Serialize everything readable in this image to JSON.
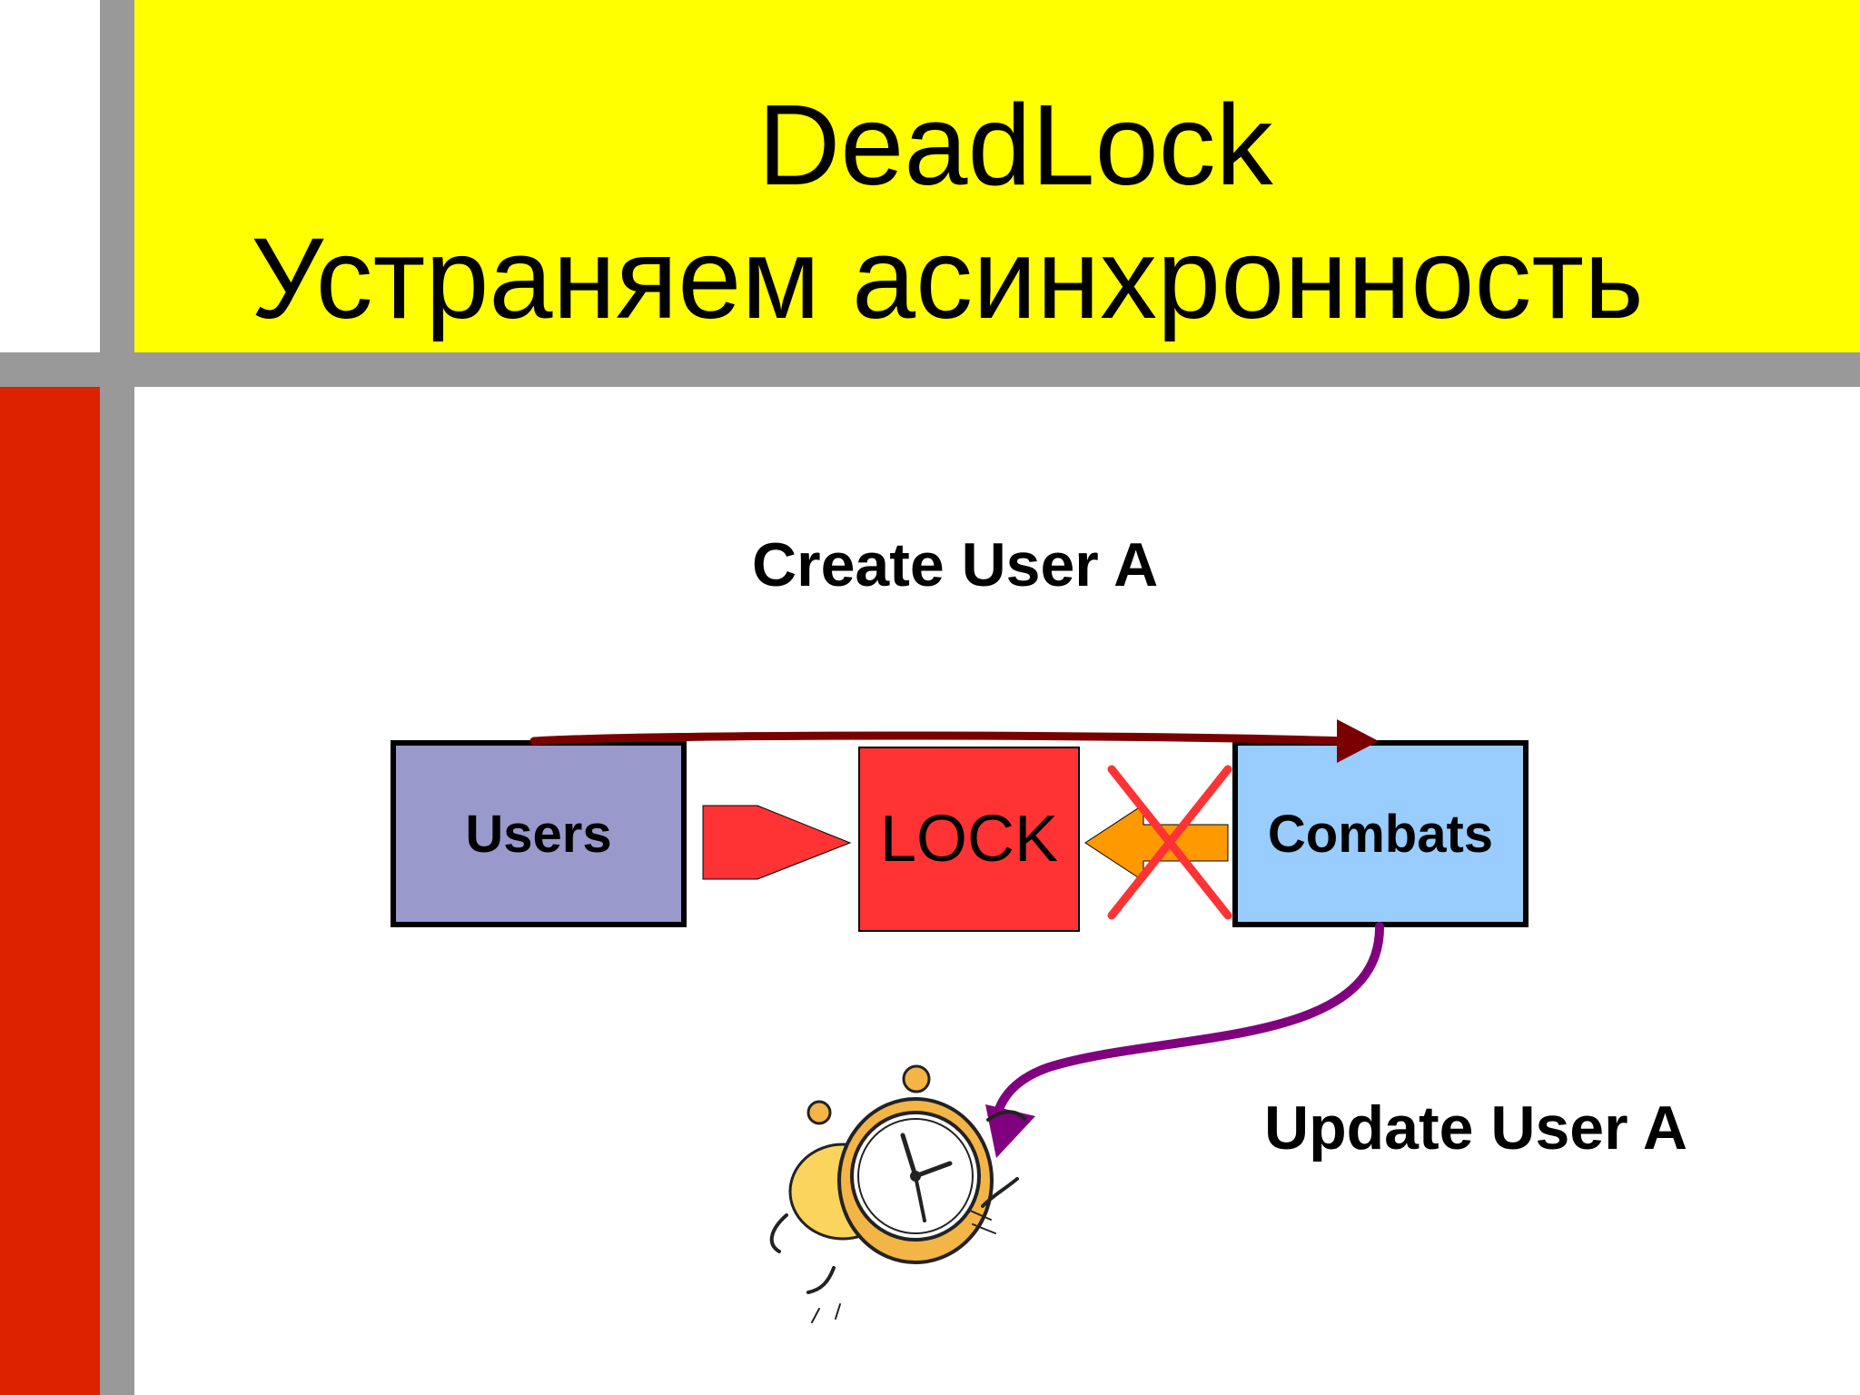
{
  "slide": {
    "title": "DeadLock",
    "subtitle": "Устраняем асинхронность"
  },
  "diagram": {
    "top_label": "Create User A",
    "bottom_label": "Update User A",
    "boxes": {
      "users": "Users",
      "lock": "LOCK",
      "combats": "Combats"
    },
    "icons": [
      "arrow-right-icon",
      "arrow-left-icon",
      "cross-icon",
      "alarm-clock-icon"
    ]
  },
  "colors": {
    "header": "#ffff00",
    "sidebar": "#dd2200",
    "divider": "#999999",
    "users_box": "#9999cc",
    "lock_box": "#ff3333",
    "combats_box": "#99ccff",
    "top_arrow": "#7a0000",
    "bottom_arrow": "#800080",
    "orange_arrow": "#ff9900",
    "cross": "#ff3333"
  }
}
